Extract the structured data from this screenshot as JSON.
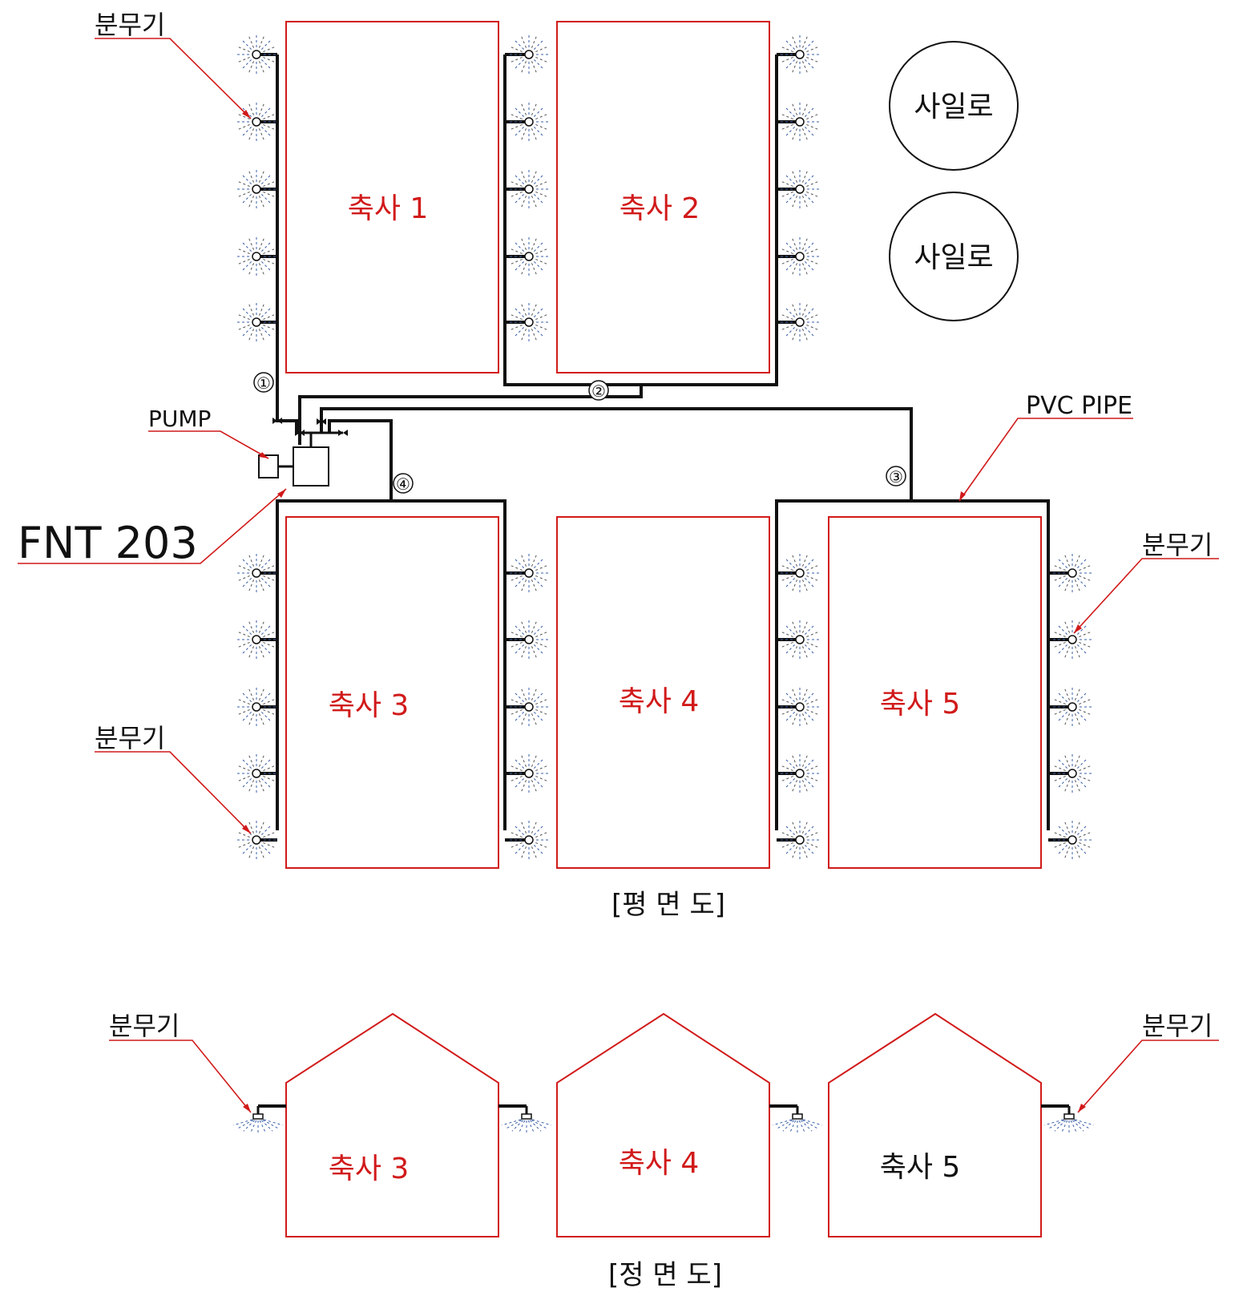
{
  "colors": {
    "building": "#d11a1a",
    "pipe": "#111111",
    "leader": "#d11a1a",
    "spray": "#3a5fa8"
  },
  "labels": {
    "sprayer": "분무기",
    "pump": "PUMP",
    "unit": "FNT 203",
    "pvc_pipe": "PVC PIPE",
    "silo": "사일로",
    "plan_caption": "[평 면 도]",
    "front_caption": "[정 면 도]",
    "circled": [
      "①",
      "②",
      "③",
      "④"
    ]
  },
  "plan_buildings": [
    {
      "label": "축사 1"
    },
    {
      "label": "축사 2"
    },
    {
      "label": "축사 3"
    },
    {
      "label": "축사 4"
    },
    {
      "label": "축사 5"
    }
  ],
  "front_buildings": [
    {
      "label": "축사 3"
    },
    {
      "label": "축사 4"
    },
    {
      "label": "축사 5"
    }
  ]
}
